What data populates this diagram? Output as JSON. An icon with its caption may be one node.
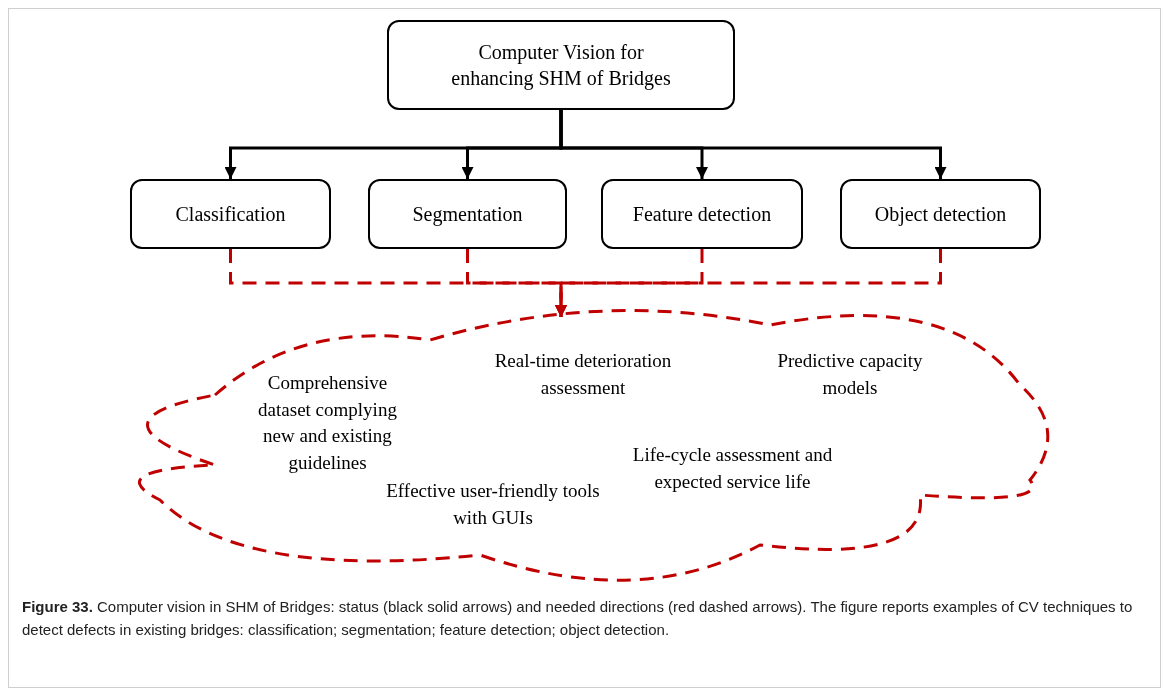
{
  "diagram": {
    "caption": "**Figure 33.** Computer vision in SHM of Bridges: status (black solid arrows) and needed directions (red dashed arrows). The figure reports examples of CV techniques to detect defects in existing bridges: classification; segmentation; feature detection; object detection.",
    "nodes": [
      {
        "text": [
          "Computer Vision for enhancing SHM of Bridges"
        ]
      },
      {
        "text": [
          "Classification"
        ]
      },
      {
        "text": [
          "Segmentation"
        ]
      },
      {
        "text": [
          "Feature detection"
        ]
      },
      {
        "text": [
          "Object detection"
        ]
      },
      {
        "text": [
          "Real-time deterioration assessment",
          "Predictive capacity models",
          "Comprehensive dataset complying new and existing guidelines",
          "Life-cycle assessment and expected service life",
          "Effective user-friendly tools with GUIs"
        ]
      }
    ],
    "edges": [
      {
        "from": 0,
        "to": 1,
        "arrow": "to"
      },
      {
        "from": 0,
        "to": 2,
        "arrow": "to"
      },
      {
        "from": 0,
        "to": 3,
        "arrow": "to"
      },
      {
        "from": 0,
        "to": 4,
        "arrow": "to"
      },
      {
        "from": 1,
        "to": 5,
        "arrow": "to",
        "style": "dashed",
        "color": "#c00000"
      },
      {
        "from": 2,
        "to": 5,
        "arrow": "to",
        "style": "dashed",
        "color": "#c00000"
      },
      {
        "from": 3,
        "to": 5,
        "arrow": "to",
        "style": "dashed",
        "color": "#c00000"
      },
      {
        "from": 4,
        "to": 5,
        "arrow": "to",
        "style": "dashed",
        "color": "#c00000"
      }
    ]
  }
}
